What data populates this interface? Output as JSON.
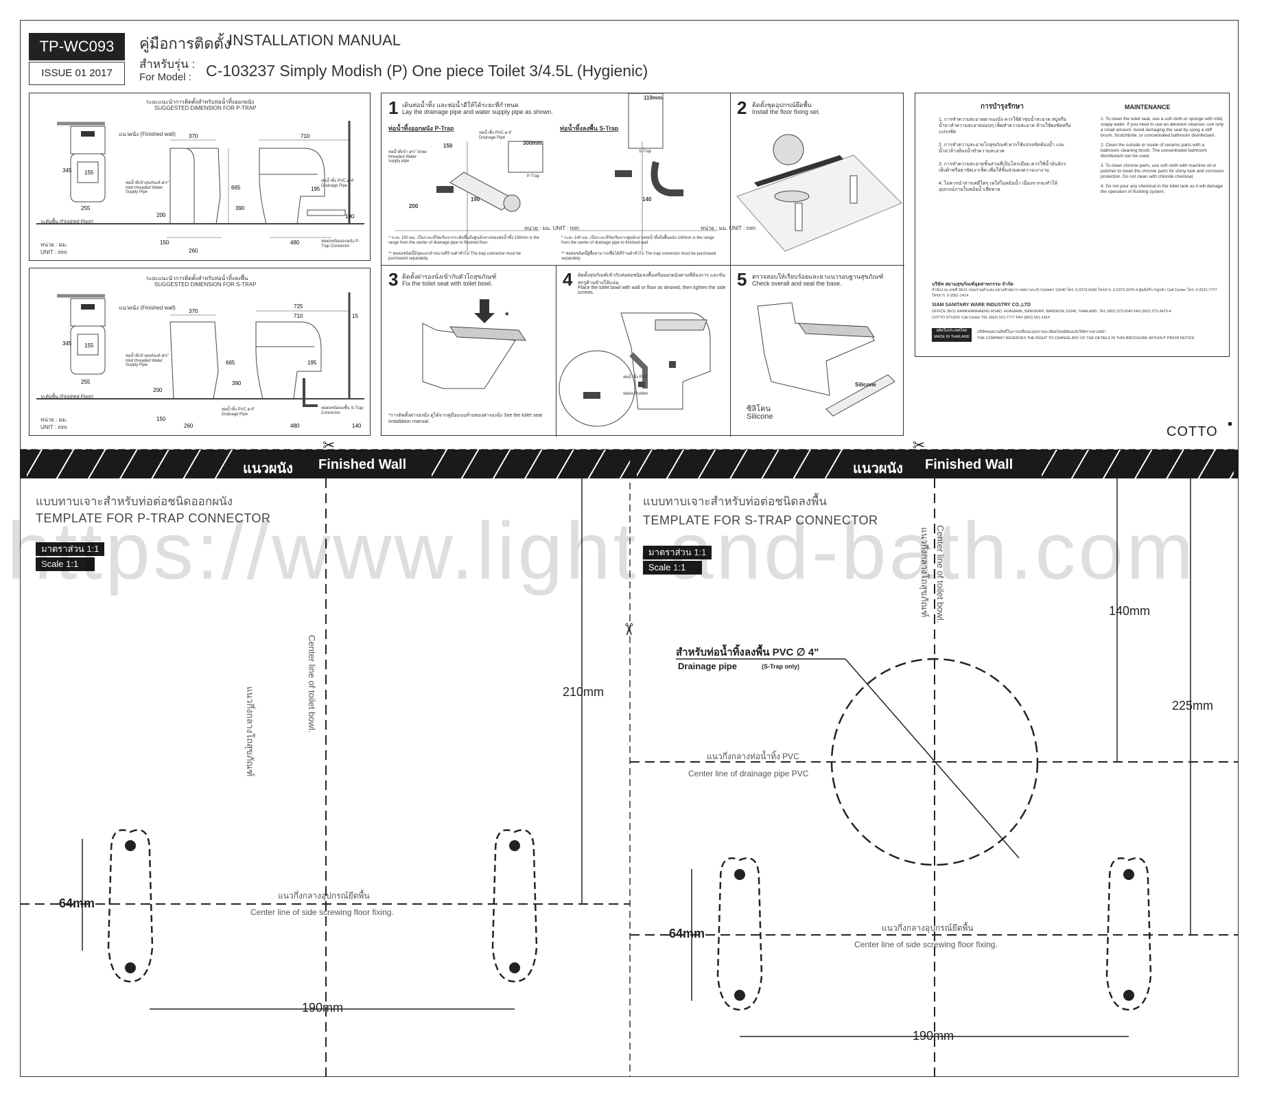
{
  "header": {
    "code": "TP-WC093",
    "issue": "ISSUE 01 2017",
    "title_th": "คู่มือการติดตั้ง",
    "title_en": "INSTALLATION MANUAL",
    "model_label_th": "สำหรับรุ่น :",
    "model_label_en": "For Model :",
    "model_name": "C-103237 Simply Modish (P) One piece Toilet 3/4.5L (Hygienic)"
  },
  "ptrap_panel": {
    "title_th": "ระยะแนะนำการติดตั้งสำหรับท่อน้ำทิ้งออกผนัง",
    "title_en": "SUGGESTED DIMENSION FOR P-TRAP",
    "finished_wall": "แนวผนัง (Finished wall)",
    "finished_floor": "ระดับพื้น (Finished Floor)",
    "water_supply": "ท่อน้ำดีเข้าสุขภัณฑ์ ø½\" Inlet threaded Water Supply Pipe",
    "drainage": "ท่อน้ำทิ้ง PVC ø 4\" Drainage Pipe",
    "connector": "ท่อต่อชนิดออกผนัง P-Trap Connector",
    "unit": "หน่วย : มม. UNIT : mm",
    "dims": [
      "155",
      "345",
      "255",
      "370",
      "665",
      "200",
      "150",
      "260",
      "710",
      "195",
      "390",
      "480",
      "190"
    ]
  },
  "strap_panel": {
    "title_th": "ระยะแนะนำการติดตั้งสำหรับท่อน้ำทิ้งลงพื้น",
    "title_en": "SUGGESTED DIMENSION FOR S-TRAP",
    "finished_wall": "แนวผนัง (Finished wall)",
    "finished_floor": "ระดับพื้น (Finished Floor)",
    "water_supply": "ท่อน้ำดีเข้าสุขภัณฑ์ ø½\" Inlet threaded Water Supply Pipe",
    "drainage": "ท่อน้ำทิ้ง PVC ø 4\" Drainage Pipe",
    "connector": "ท่อต่อชนิดลงพื้น S-Trap Connector",
    "unit": "หน่วย : มม. UNIT : mm",
    "dims": [
      "155",
      "345",
      "255",
      "370",
      "665",
      "200",
      "150",
      "260",
      "725",
      "710",
      "15",
      "195",
      "390",
      "480",
      "140"
    ]
  },
  "steps": [
    {
      "num": "1",
      "th": "เดินท่อน้ำทิ้ง และท่อน้ำดีให้ได้ระยะที่กำหนด",
      "en": "Lay the drainage pipe and water supply pipe as shown.",
      "sub_left": "ท่อน้ำทิ้งออกผนัง P-Trap",
      "sub_right": "ท่อน้ำทิ้งลงพื้น S-Trap",
      "size_left": "300mm.",
      "size_right": "119mm.",
      "unit": "หน่วย : มม. UNIT : mm",
      "note_left": "* ระยะ 190 มม. เป็นระยะที่วัดเริ่มจากระดับพื้นถึงศูนย์กลางของท่อน้ำทิ้ง 190mm is the range from the center of drainage pipe to finished floor.",
      "note_left2": "** ท่อต่อชนิดนี้มีจุดแยกจำหน่ายที่ร้านค้าทั่วไป The trap connector must be purchased separately.",
      "note_right": "* ระยะ 140 มม. เป็นระยะที่วัดเริ่มจากศูนย์กลางท่อน้ำทิ้งถึงพื้นผนัง 140mm is the range from the center of drainage pipe to finished wall.",
      "note_right2": "** ท่อต่อชนิดนี้ผู้ซื้อสามารถซื้อได้ที่ร้านค้าทั่วไป The trap connector must be purchased separately.",
      "labels": [
        "ท่อน้ำดีเข้า ø½\" Inner threaded Water supply pipe",
        "ท่อน้ำทิ้ง PVC ø 4\" Drainage Pipe",
        "P-Trap",
        "S-Trap",
        "150",
        "200",
        "190",
        "140"
      ]
    },
    {
      "num": "2",
      "th": "ติดตั้งชุดอุปกรณ์ยึดพื้น",
      "en": "Install the floor fixing set."
    },
    {
      "num": "3",
      "th": "ติดตั้งฝารองนั่งเข้ากับตัวโถสุขภัณฑ์",
      "en": "Fix the toilet seat with toilet bowl.",
      "note": "*การติดตั้งฝารองนั่ง ดูได้จากคู่มือแนบท้ายของฝารองนั่ง See the toilet seat installation manual.",
      "star": "*"
    },
    {
      "num": "4",
      "th": "ติดตั้งสุขภัณฑ์เข้ากับท่อต่อชนิดลงพื้นหรือออกผนังตามที่ต้องการ และขันสกรูด้านข้างให้แน่น",
      "en": "Place the toilet bowl with wall or floor as desired, then tighten the side screws.",
      "labels": [
        "ท่อน้ำทิ้ง PVC",
        "ท่อต่อ Rubber"
      ]
    },
    {
      "num": "5",
      "th": "ตรวจสอบให้เรียบร้อยและยาแนวรอบฐานสุขภัณฑ์",
      "en": "Check overall and seal the base.",
      "silicone_th": "ซิลิโคน",
      "silicone_en": "Silicone",
      "tube_label": "Silicone"
    }
  ],
  "maintenance": {
    "title_th": "การบำรุงรักษา",
    "title_en": "MAINTENANCE",
    "items_th": [
      "1. การทำความสะอาดฝารองนั่ง ควรใช้ผ้าชุบน้ำสะอาด สบู่หรือน้ำยาทำความสะอาดอ่อนๆ เช็ดทำความสะอาด ห้ามใช้ผงขัดหรือแปรงขัด",
      "2. การทำความสะอาดโถสุขภัณฑ์ ควรใช้แปรงขัดห้องน้ำ และน้ำยาล้างห้องน้ำทำความสะอาด",
      "3. การทำความสะอาดชิ้นส่วนที่เป็นโครเมียม ควรใช้น้ำมันจักรเย็บผ้าหรือยาขัดเงาเช็ด เพื่อให้ชิ้นส่วนคงความเงางาม",
      "4. ไม่ควรนำสารเคมีใดๆ เทใส่ในหม้อน้ำ เนื่องจากจะทำให้อุปกรณ์ภายในหม้อน้ำเสียหาย"
    ],
    "items_en": [
      "1. To clean the toilet seat, use a soft cloth or sponge with mild, soapy water. If you need to use an abrasive cleanser, use only a small amount. Avoid damaging the seat by using a stiff brush, Scotchbrite, or concentrated bathroom disinfectant.",
      "2. Clean the outside or inside of ceramic parts with a bathroom cleaning brush. The concentrated bathroom disinfectant can be used.",
      "3. To clean chrome parts, use soft cloth with machine oil or polisher to clean the chrome parts for shiny look and corrosion protection. Do not clean with chloride chemical.",
      "4. Do not pour any chemical in the toilet tank as it will damage the operation of flushing system."
    ],
    "company_th": "บริษัท สยามสุขภัณฑ์อุตสาหกรรม จำกัด",
    "address_th": "สำนักงาน เลขที่ 36/11 ถนนรามคำแหง แขวงหัวหมาก เขตบางกะปิ กรุงเทพฯ 10240 โทร. 0-2373-5040 โทรสาร. 0-2373-3470-4 ศูนย์บริการลูกค้า Call Center โทร. 0-2521-7777 โทรสาร. 0-2551-1414",
    "company_en": "SIAM SANITARY WARE INDUSTRY CO.,LTD",
    "address_en": "OFFICE 36/11 RAMKHAMHAENG ROAD, HUAMARK, BANGKAPI, BANGKOK 10240, THAILAND. TEL (662) 373-5040 FAX (662) 373-3470-4",
    "studio": "COTTO STUDIO Call Center TEL (662) 521-7777 FAX (662) 551-1414",
    "made_th": "ผลิตในประเทศไทย",
    "made_en": "MADE IN THAILAND",
    "rights_th": "บริษัทขอสงวนสิทธิ์ในการเปลี่ยนแปลงรายละเอียดโดยมิต้องแจ้งให้ทราบล่วงหน้า",
    "rights_en": "THE COMPANY RESERVES THE RIGHT TO CHANGE ANY OF THE DETAILS IN THIS BROCHURE WITHOUT PRIOR NOTICE"
  },
  "brand": "COTTO",
  "template_p": {
    "wall_th": "แนวผนัง",
    "wall_en": "Finished Wall",
    "title_th": "แบบทาบเจาะสำหรับท่อต่อชนิดออกผนัง",
    "title_en": "TEMPLATE FOR P-TRAP CONNECTOR",
    "scale_th": "มาตราส่วน 1:1",
    "scale_en": "Scale 1:1",
    "centerline_th": "แนวกึ่งกลางโถสุขภัณฑ์",
    "centerline_en": "Center line of toilet bowl.",
    "fixing_th": "แนวกึ่งกลางอุปกรณ์ยึดพื้น",
    "fixing_en": "Center line of side screwing floor fixing.",
    "dim_vertical": "210mm",
    "dim_height": "64mm",
    "dim_width": "190mm"
  },
  "template_s": {
    "wall_th": "แนวผนัง",
    "wall_en": "Finished Wall",
    "title_th": "แบบทาบเจาะสำหรับท่อต่อชนิดลงพื้น",
    "title_en": "TEMPLATE FOR S-TRAP CONNECTOR",
    "scale_th": "มาตราส่วน 1:1",
    "scale_en": "Scale 1:1",
    "centerline_th": "แนวกึ่งกลางโถสุขภัณฑ์",
    "centerline_en": "Center line of toilet bowl.",
    "pipe_th": "สำหรับท่อน้ำทิ้งลงพื้น PVC ∅ 4\"",
    "pipe_en": "Drainage pipe",
    "pipe_note": "(S-Trap only)",
    "drain_th": "แนวกึ่งกลางท่อน้ำทิ้ง PVC",
    "drain_en": "Center line of drainage pipe PVC",
    "fixing_th": "แนวกึ่งกลางอุปกรณ์ยึดพื้น",
    "fixing_en": "Center line of side screwing floor fixing.",
    "dim_140": "140mm",
    "dim_225": "225mm",
    "dim_height": "64mm",
    "dim_width": "190mm"
  },
  "watermark": "https://www.light-and-bath.com"
}
